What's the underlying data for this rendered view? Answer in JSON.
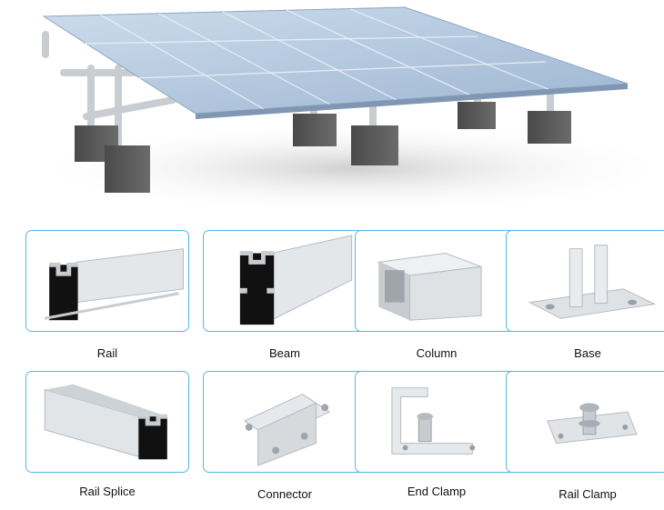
{
  "hero": {
    "icon": "solar-ground-mount-array"
  },
  "components": [
    {
      "id": "rail",
      "label": "Rail",
      "icon": "rail-profile"
    },
    {
      "id": "beam",
      "label": "Beam",
      "icon": "beam-profile"
    },
    {
      "id": "column",
      "label": "Column",
      "icon": "square-column-tube"
    },
    {
      "id": "base",
      "label": "Base",
      "icon": "base-bracket"
    },
    {
      "id": "rail-splice",
      "label": "Rail Splice",
      "icon": "rail-splice-profile"
    },
    {
      "id": "connector",
      "label": "Connector",
      "icon": "connector-bracket"
    },
    {
      "id": "end-clamp",
      "label": "End Clamp",
      "icon": "end-clamp"
    },
    {
      "id": "rail-clamp",
      "label": "Rail Clamp",
      "icon": "rail-clamp"
    }
  ],
  "colors": {
    "card_border": "#55b8e2",
    "panel": "#b9cfe6",
    "aluminum": "#d4d8dc",
    "concrete": "#5b5b5b"
  }
}
